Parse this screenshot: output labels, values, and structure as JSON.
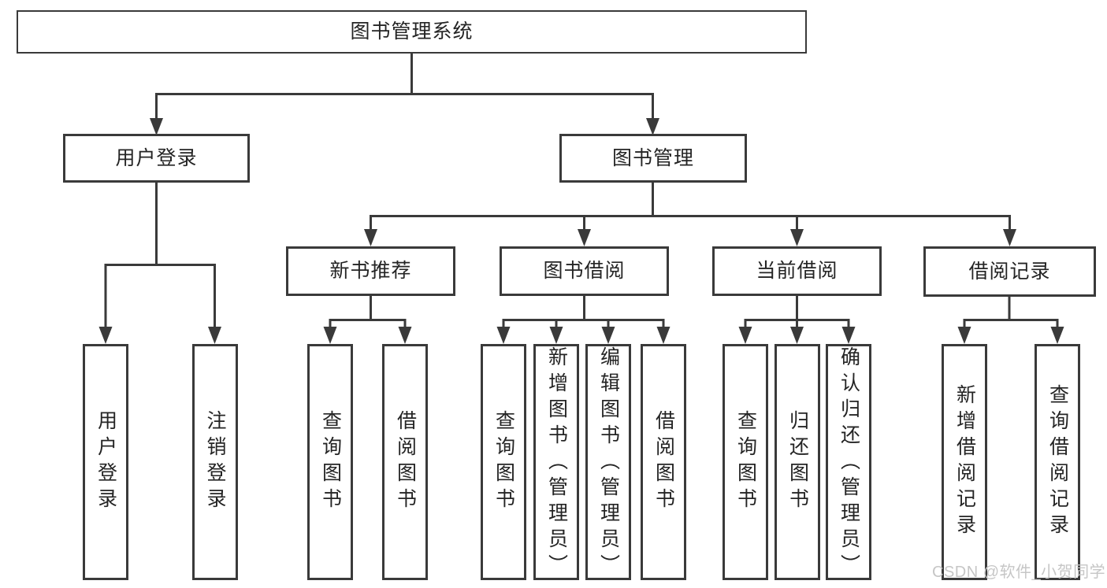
{
  "tree": {
    "label": "图书管理系统",
    "children": [
      {
        "label": "用户登录",
        "children": [
          {
            "label": "用户登录"
          },
          {
            "label": "注销登录"
          }
        ]
      },
      {
        "label": "图书管理",
        "children": [
          {
            "label": "新书推荐",
            "children": [
              {
                "label": "查询图书"
              },
              {
                "label": "借阅图书"
              }
            ]
          },
          {
            "label": "图书借阅",
            "children": [
              {
                "label": "查询图书"
              },
              {
                "label": "新增图书（管理员）"
              },
              {
                "label": "编辑图书（管理员）"
              },
              {
                "label": "借阅图书"
              }
            ]
          },
          {
            "label": "当前借阅",
            "children": [
              {
                "label": "查询图书"
              },
              {
                "label": "归还图书"
              },
              {
                "label": "确认归还（管理员）"
              }
            ]
          },
          {
            "label": "借阅记录",
            "children": [
              {
                "label": "新增借阅记录"
              },
              {
                "label": "查询借阅记录"
              }
            ]
          }
        ]
      }
    ]
  },
  "watermark": {
    "text": "CSDN @软件_小贺同学"
  },
  "colors": {
    "line": "#3a3a3a",
    "text": "#242424",
    "watermark": "#c6c6c6",
    "background": "#ffffff"
  }
}
